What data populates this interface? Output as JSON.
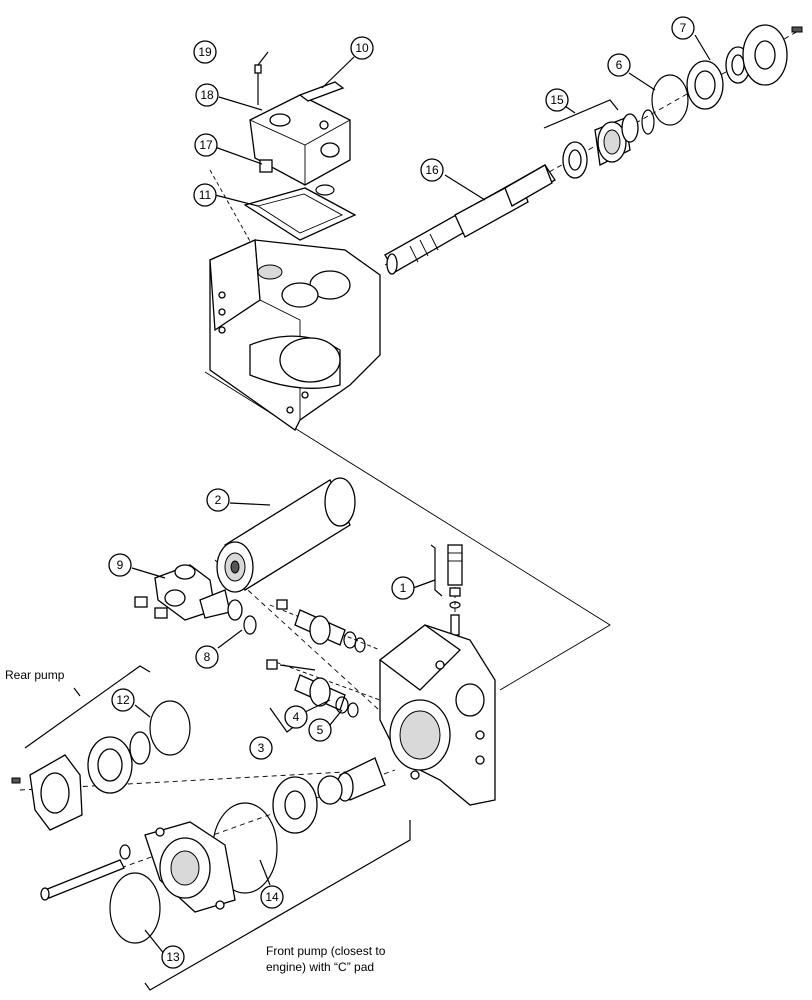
{
  "callouts": {
    "c1": "1",
    "c2": "2",
    "c3": "3",
    "c4": "4",
    "c5": "5",
    "c6": "6",
    "c7": "7",
    "c8": "8",
    "c9": "9",
    "c10": "10",
    "c11": "11",
    "c12": "12",
    "c13": "13",
    "c14": "14",
    "c15": "15",
    "c16": "16",
    "c17": "17",
    "c18": "18",
    "c19": "19"
  },
  "notes": {
    "rear_pump": "Rear pump",
    "front_pump_line1": "Front pump (closest to",
    "front_pump_line2": "engine) with “C” pad"
  }
}
